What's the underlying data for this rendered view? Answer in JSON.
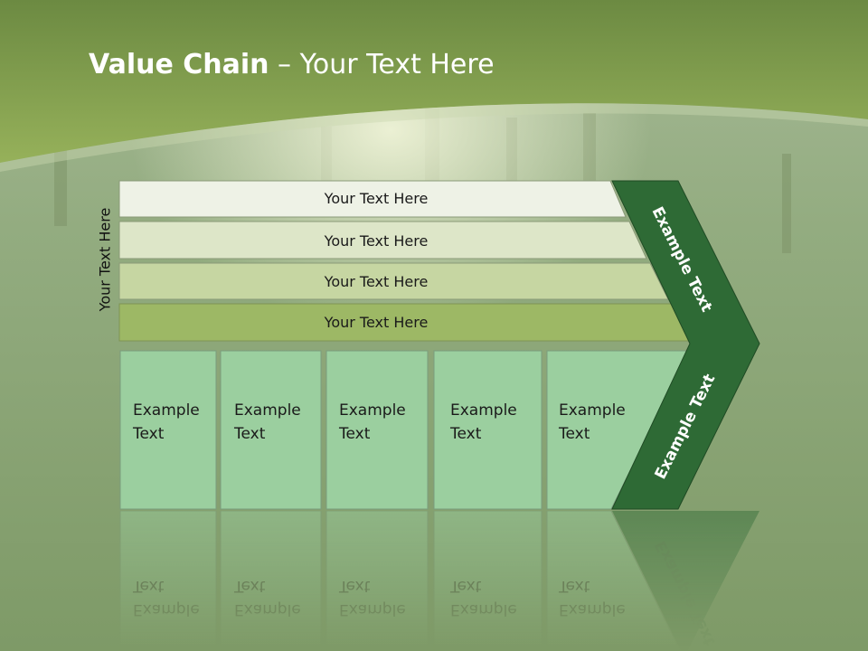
{
  "title": {
    "bold": "Value Chain",
    "rest": " – Your Text Here"
  },
  "side_label": "Your Text Here",
  "bars": [
    {
      "label": "Your Text Here",
      "color": "#eef2e6"
    },
    {
      "label": "Your Text Here",
      "color": "#dde6c8"
    },
    {
      "label": "Your Text Here",
      "color": "#c6d6a2"
    },
    {
      "label": "Your Text Here",
      "color": "#9db865"
    }
  ],
  "boxes": [
    {
      "line1": "Example",
      "line2": "Text"
    },
    {
      "line1": "Example",
      "line2": "Text"
    },
    {
      "line1": "Example",
      "line2": "Text"
    },
    {
      "line1": "Example",
      "line2": "Text"
    },
    {
      "line1": "Example",
      "line2": "Text"
    }
  ],
  "chevron": {
    "upper_label": "Example Text",
    "lower_label": "Example Text",
    "color": "#2e6a35"
  },
  "colors": {
    "header": "#8aa652",
    "box": "#9bcf9f",
    "background": "#8faa7a"
  }
}
